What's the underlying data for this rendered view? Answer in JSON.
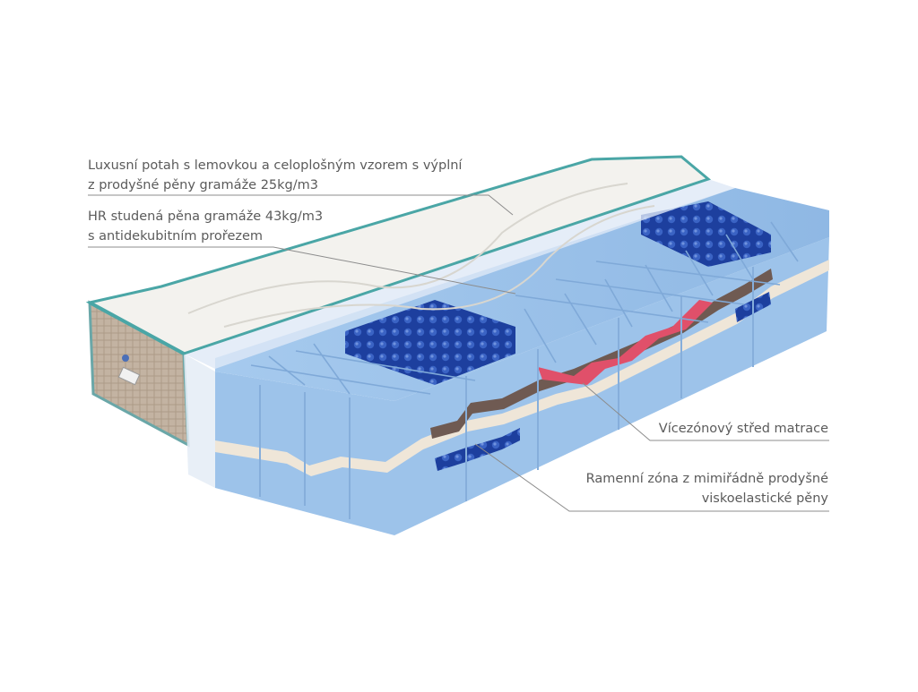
{
  "annotations": {
    "cover": {
      "line1": "Luxusní potah s lemovkou a celoplošným vzorem s výplní",
      "line2": "z prodyšné pěny gramáže 25kg/m3"
    },
    "hr_foam": {
      "line1": "HR studená pěna gramáže 43kg/m3",
      "line2": "s antidekubitním prořezem"
    },
    "core": {
      "line1": "Vícezónový střed matrace"
    },
    "shoulder": {
      "line1": "Ramenní zóna z mimiřádně prodyšné",
      "line2": "viskoelastické pěny"
    }
  },
  "colors": {
    "foam_light": "#a9cdef",
    "foam_mid": "#8fb9e3",
    "foam_dark": "#6e9ad0",
    "egg_crate": "#1d3f9e",
    "cover": "#f3f2ee",
    "cover_trim": "#4aa6a6",
    "side_fabric": "#bfae9c",
    "layer_cream": "#efe6d8",
    "layer_brown": "#6f5a52",
    "layer_red": "#e0506a",
    "leader": "#8c8c8c"
  }
}
